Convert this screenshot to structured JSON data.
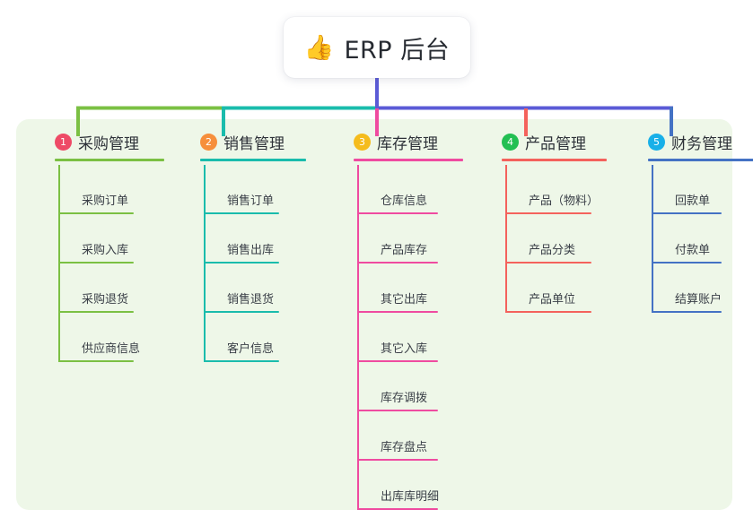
{
  "root": {
    "icon": "thumbs-up-emoji",
    "emoji": "👍",
    "label": "ERP 后台"
  },
  "palette": {
    "panel_bg": "#eef7e8",
    "page_bg": "#ffffff",
    "root_line": "#5b5bd6",
    "green": "#7bc043",
    "teal": "#1abcac",
    "magenta": "#ef4ba0",
    "salmon": "#f4625c",
    "blue": "#4472c4",
    "badge1": "#ee4a66",
    "badge2": "#f68f3c",
    "badge3": "#f5bc1c",
    "badge4": "#22bf52",
    "badge5": "#18b0e8"
  },
  "branches": [
    {
      "number": "1",
      "title": "采购管理",
      "badge_color": "#ee4a66",
      "line_color": "#7bc043",
      "head_rule_width": 122,
      "leaf_rule_width": 84,
      "items": [
        {
          "label": "采购订单"
        },
        {
          "label": "采购入库"
        },
        {
          "label": "采购退货"
        },
        {
          "label": "供应商信息"
        }
      ]
    },
    {
      "number": "2",
      "title": "销售管理",
      "badge_color": "#f68f3c",
      "line_color": "#1abcac",
      "head_rule_width": 118,
      "leaf_rule_width": 84,
      "items": [
        {
          "label": "销售订单"
        },
        {
          "label": "销售出库"
        },
        {
          "label": "销售退货"
        },
        {
          "label": "客户信息"
        }
      ]
    },
    {
      "number": "3",
      "title": "库存管理",
      "badge_color": "#f5bc1c",
      "line_color": "#ef4ba0",
      "head_rule_width": 122,
      "leaf_rule_width": 90,
      "items": [
        {
          "label": "仓库信息"
        },
        {
          "label": "产品库存"
        },
        {
          "label": "其它出库"
        },
        {
          "label": "其它入库"
        },
        {
          "label": "库存调拨"
        },
        {
          "label": "库存盘点"
        },
        {
          "label": "出库库明细"
        }
      ]
    },
    {
      "number": "4",
      "title": "产品管理",
      "badge_color": "#22bf52",
      "line_color": "#f4625c",
      "head_rule_width": 117,
      "leaf_rule_width": 96,
      "items": [
        {
          "label": "产品（物料）"
        },
        {
          "label": "产品分类"
        },
        {
          "label": "产品单位"
        }
      ]
    },
    {
      "number": "5",
      "title": "财务管理",
      "badge_color": "#18b0e8",
      "line_color": "#4472c4",
      "head_rule_width": 118,
      "leaf_rule_width": 78,
      "items": [
        {
          "label": "回款单"
        },
        {
          "label": "付款单"
        },
        {
          "label": "结算账户"
        }
      ]
    }
  ]
}
